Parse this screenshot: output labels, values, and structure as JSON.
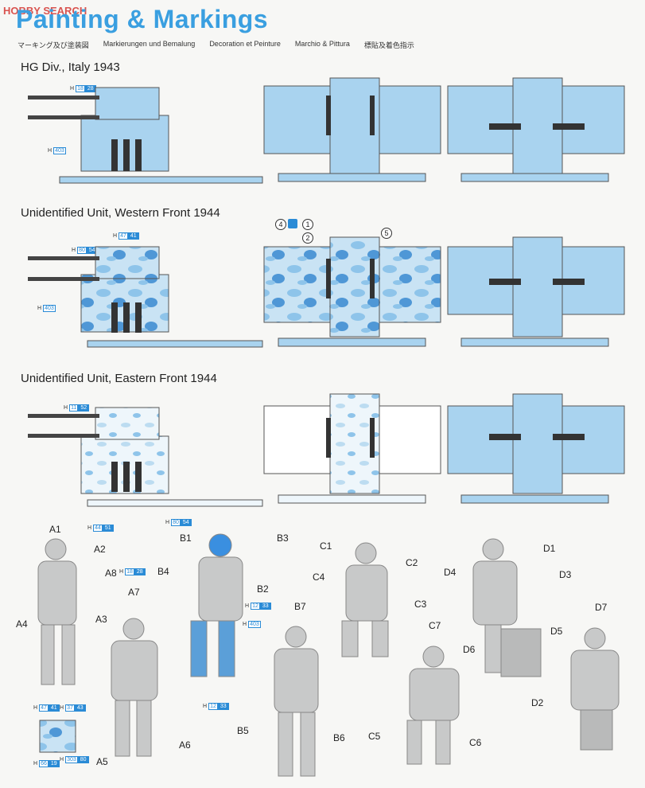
{
  "watermark": "HOBBY SEARCH",
  "title": "Painting & Markings",
  "languages": [
    "マーキング及び塗装図",
    "Markierungen und Bemalung",
    "Decoration et Peinture",
    "Marchio & Pittura",
    "標貼及着色指示"
  ],
  "sections": [
    {
      "title": "HG Div., Italy 1943",
      "paint": [
        {
          "h": "H",
          "a": "18",
          "b": "28"
        },
        {
          "h": "H",
          "a": "403",
          "b": ""
        }
      ]
    },
    {
      "title": "Unidentified Unit, Western Front 1944",
      "paint": [
        {
          "h": "H",
          "a": "47",
          "b": "41"
        },
        {
          "h": "H",
          "a": "80",
          "b": "54"
        },
        {
          "h": "H",
          "a": "403",
          "b": ""
        }
      ],
      "markers": [
        "4",
        "1",
        "2",
        "5"
      ]
    },
    {
      "title": "Unidentified Unit, Eastern Front 1944",
      "paint": [
        {
          "h": "H",
          "a": "11",
          "b": "52"
        }
      ]
    }
  ],
  "figures": {
    "labels": [
      "A1",
      "A2",
      "A8",
      "A3",
      "A4",
      "A7",
      "A6",
      "A5",
      "B1",
      "B3",
      "B4",
      "B2",
      "B7",
      "B5",
      "B6",
      "C1",
      "C2",
      "C4",
      "C3",
      "C7",
      "C5",
      "C6",
      "D1",
      "D4",
      "D3",
      "D5",
      "D6",
      "D7",
      "D2"
    ],
    "paints": [
      {
        "h": "H",
        "a": "44",
        "b": "51"
      },
      {
        "h": "H",
        "a": "18",
        "b": "28"
      },
      {
        "h": "H",
        "a": "80",
        "b": "54"
      },
      {
        "h": "H",
        "a": "12",
        "b": "33"
      },
      {
        "h": "H",
        "a": "403",
        "b": ""
      },
      {
        "h": "H",
        "a": "12",
        "b": "33"
      },
      {
        "h": "H",
        "a": "47",
        "b": "41"
      },
      {
        "h": "H",
        "a": "37",
        "b": "43"
      },
      {
        "h": "H",
        "a": "66",
        "b": "19"
      },
      {
        "h": "H",
        "a": "303",
        "b": "80"
      }
    ]
  },
  "colors": {
    "accent": "#3a9fe0",
    "camo_light": "#c9e3f4",
    "camo_mid": "#8ec4ea",
    "camo_dark": "#4f97d6",
    "figure": "#c8c9c9"
  }
}
